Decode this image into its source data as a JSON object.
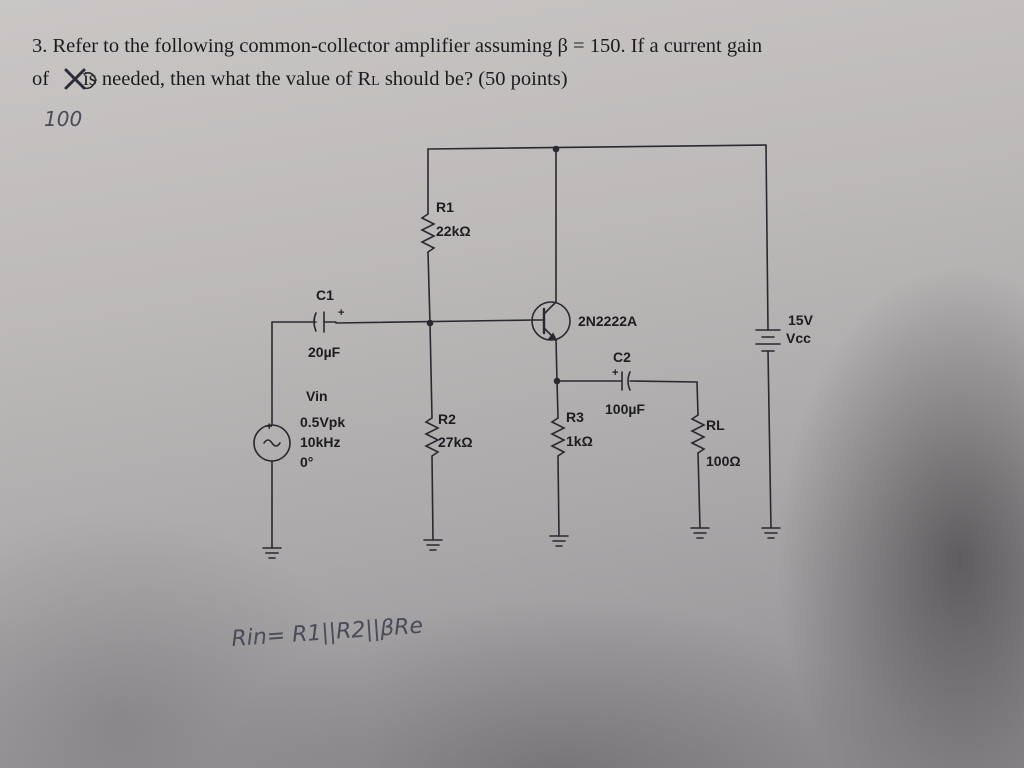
{
  "question": {
    "line1": "3. Refer to the following common-collector amplifier assuming β = 150. If a current gain",
    "line1_mid": "is needed, then what the value of R",
    "line1_prefix": "of",
    "line1_sub": "L",
    "line1_end": " should be? (50 points)"
  },
  "handwriting": {
    "gain_value": "100",
    "formula": "Rin= R1||R2||βRe"
  },
  "circuit": {
    "r1": {
      "name": "R1",
      "value": "22kΩ"
    },
    "r2": {
      "name": "R2",
      "value": "27kΩ"
    },
    "r3": {
      "name": "R3",
      "value": "1kΩ"
    },
    "rl": {
      "name": "RL",
      "value": "100Ω"
    },
    "c1": {
      "name": "C1",
      "value": "20µF"
    },
    "c2": {
      "name": "C2",
      "value": "100µF"
    },
    "transistor": "2N2222A",
    "vcc": {
      "value": "15V",
      "name": "Vcc"
    },
    "vin": {
      "name": "Vin",
      "amplitude": "0.5Vpk",
      "frequency": "10kHz",
      "phase": "0°"
    }
  }
}
